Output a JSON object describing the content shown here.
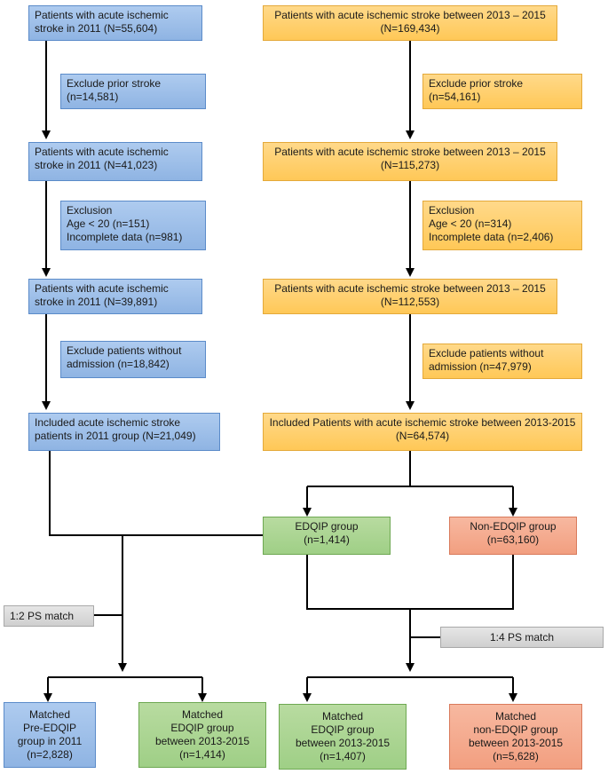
{
  "left_column": {
    "start": [
      "Patients with acute ischemic",
      "stroke in 2011 (N=55,604)"
    ],
    "excl1": [
      "Exclude prior stroke",
      "(n=14,581)"
    ],
    "step2": [
      "Patients with acute ischemic",
      "stroke in 2011 (N=41,023)"
    ],
    "excl2": [
      "Exclusion",
      "Age < 20  (n=151)",
      "Incomplete data (n=981)"
    ],
    "step3": [
      "Patients with acute ischemic",
      "stroke in 2011 (N=39,891)"
    ],
    "excl3": [
      "Exclude patients without",
      "admission  (n=18,842)"
    ],
    "included": [
      "Included acute ischemic stroke",
      "patients in 2011 group (N=21,049)"
    ]
  },
  "right_column": {
    "start": [
      "Patients with acute ischemic stroke between 2013 – 2015",
      "(N=169,434)"
    ],
    "excl1": [
      "Exclude prior stroke",
      "(n=54,161)"
    ],
    "step2": [
      "Patients with acute ischemic stroke between 2013 – 2015",
      "(N=115,273)"
    ],
    "excl2": [
      "Exclusion",
      "Age < 20  (n=314)",
      "Incomplete data (n=2,406)"
    ],
    "step3": [
      "Patients with acute ischemic stroke between 2013 – 2015",
      "(N=112,553)"
    ],
    "excl3": [
      "Exclude patients without",
      "admission  (n=47,979)"
    ],
    "included": [
      "Included Patients with acute ischemic stroke between 2013-2015",
      "(N=64,574)"
    ]
  },
  "groups": {
    "edqip": [
      "EDQIP group",
      "(n=1,414)"
    ],
    "non_edqip": [
      "Non-EDQIP group",
      "(n=63,160)"
    ]
  },
  "matching": {
    "ps_2": "1:2 PS match",
    "ps_4": "1:4 PS match"
  },
  "matched": {
    "pre_edqip": [
      "Matched",
      "Pre-EDQIP",
      "group in 2011",
      "(n=2,828)"
    ],
    "edqip_left": [
      "Matched",
      "EDQIP group",
      "between 2013-2015",
      "(n=1,414)"
    ],
    "edqip_right": [
      "Matched",
      "EDQIP group",
      "between 2013-2015",
      "(n=1,407)"
    ],
    "non_edqip": [
      "Matched",
      "non-EDQIP group",
      "between 2013-2015",
      "(n=5,628)"
    ]
  },
  "colors": {
    "blue": "#9dbfe8",
    "yellow": "#ffcc66",
    "green": "#a8d48f",
    "salmon": "#f4a98c",
    "gray": "#d9d9d9",
    "line": "#000000"
  }
}
